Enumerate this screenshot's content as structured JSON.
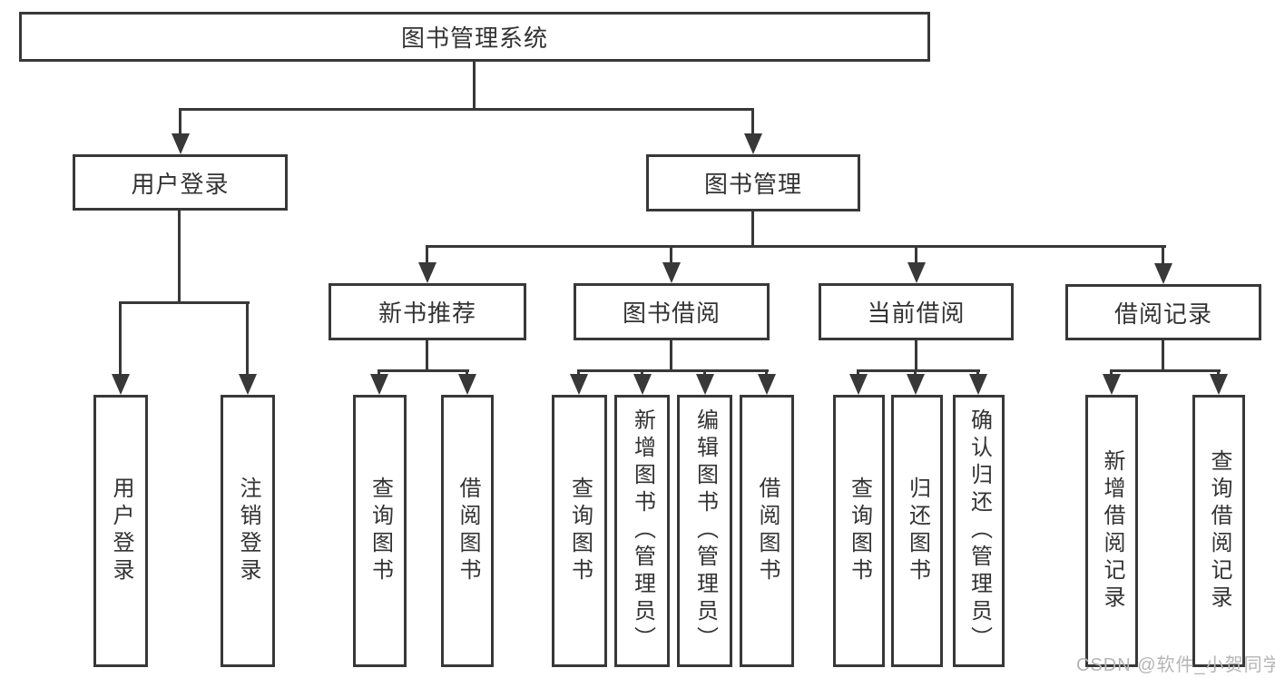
{
  "diagram": {
    "root": {
      "label": "图书管理系统"
    },
    "branches": [
      {
        "label": "用户登录",
        "children": [
          {
            "label": "用户登录"
          },
          {
            "label": "注销登录"
          }
        ]
      },
      {
        "label": "图书管理",
        "children": [
          {
            "label": "新书推荐",
            "children": [
              {
                "label": "查询图书"
              },
              {
                "label": "借阅图书"
              }
            ]
          },
          {
            "label": "图书借阅",
            "children": [
              {
                "label": "查询图书"
              },
              {
                "label": "新增图书（管理员）"
              },
              {
                "label": "编辑图书（管理员）"
              },
              {
                "label": "借阅图书"
              }
            ]
          },
          {
            "label": "当前借阅",
            "children": [
              {
                "label": "查询图书"
              },
              {
                "label": "归还图书"
              },
              {
                "label": "确认归还（管理员）"
              }
            ]
          },
          {
            "label": "借阅记录",
            "children": [
              {
                "label": "新增借阅记录"
              },
              {
                "label": "查询借阅记录"
              }
            ]
          }
        ]
      }
    ]
  },
  "watermark": {
    "text": "CSDN @软件_小贺同学"
  },
  "colors": {
    "line": "#383838",
    "text": "#333333",
    "background": "#ffffff",
    "watermark": "#b5b5b5"
  }
}
